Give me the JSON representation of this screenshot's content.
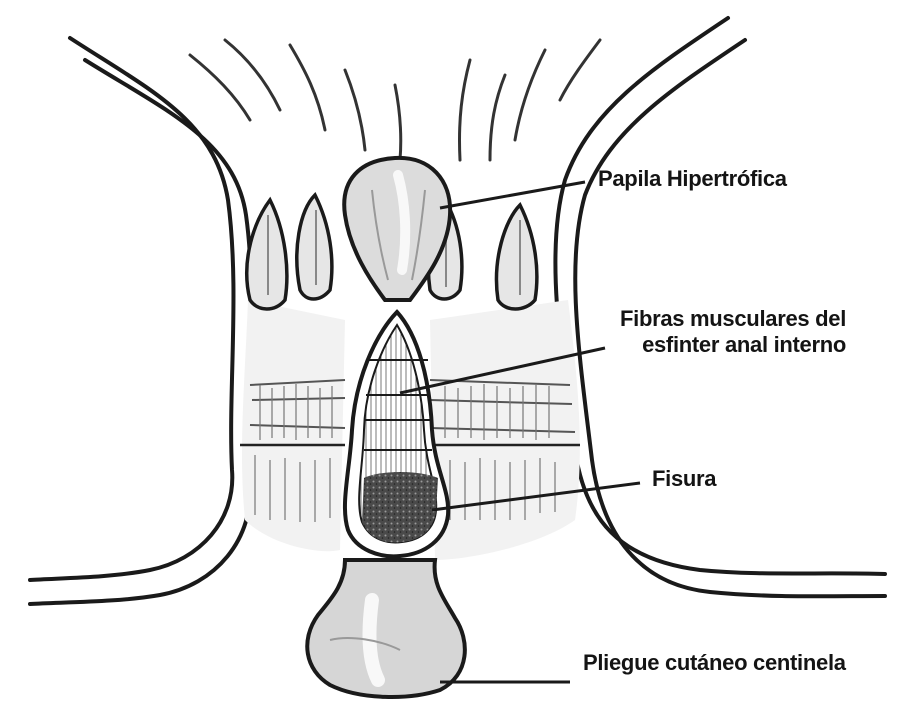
{
  "labels": {
    "papila": "Papila Hipertrófica",
    "fibras_line1": "Fibras musculares del",
    "fibras_line2": "esfinter  anal interno",
    "fisura": "Fisura",
    "pliegue": "Pliegue cutáneo centinela"
  },
  "colors": {
    "ink": "#1a1a1a",
    "background": "#ffffff",
    "shade": "#cfcfcf",
    "fissure_dark": "#3a3a3a"
  }
}
